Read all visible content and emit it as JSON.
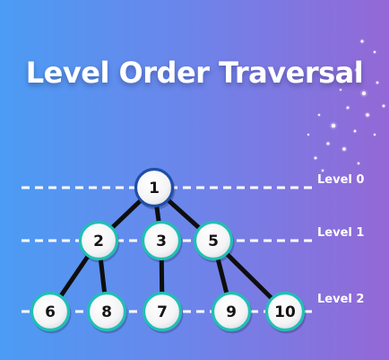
{
  "title": "Level Order Traversal",
  "levels": [
    "Level 0",
    "Level 1",
    "Level 2"
  ],
  "tree": {
    "nodes": [
      {
        "id": "n1",
        "label": "1",
        "level": 0,
        "highlight": true
      },
      {
        "id": "n2",
        "label": "2",
        "level": 1
      },
      {
        "id": "n3",
        "label": "3",
        "level": 1
      },
      {
        "id": "n5",
        "label": "5",
        "level": 1
      },
      {
        "id": "n6",
        "label": "6",
        "level": 2
      },
      {
        "id": "n8",
        "label": "8",
        "level": 2
      },
      {
        "id": "n7",
        "label": "7",
        "level": 2
      },
      {
        "id": "n9",
        "label": "9",
        "level": 2
      },
      {
        "id": "n10",
        "label": "10",
        "level": 2
      }
    ],
    "edges": [
      [
        "n1",
        "n2"
      ],
      [
        "n1",
        "n3"
      ],
      [
        "n1",
        "n5"
      ],
      [
        "n2",
        "n6"
      ],
      [
        "n2",
        "n8"
      ],
      [
        "n3",
        "n7"
      ],
      [
        "n5",
        "n9"
      ],
      [
        "n5",
        "n10"
      ]
    ]
  },
  "colors": {
    "background_start": "#4b9cf4",
    "background_end": "#9468d6",
    "node_border": "#1fc0b3",
    "root_border": "#1f4fa8",
    "edge": "#0e0e0e",
    "level_line": "#ffffff"
  }
}
